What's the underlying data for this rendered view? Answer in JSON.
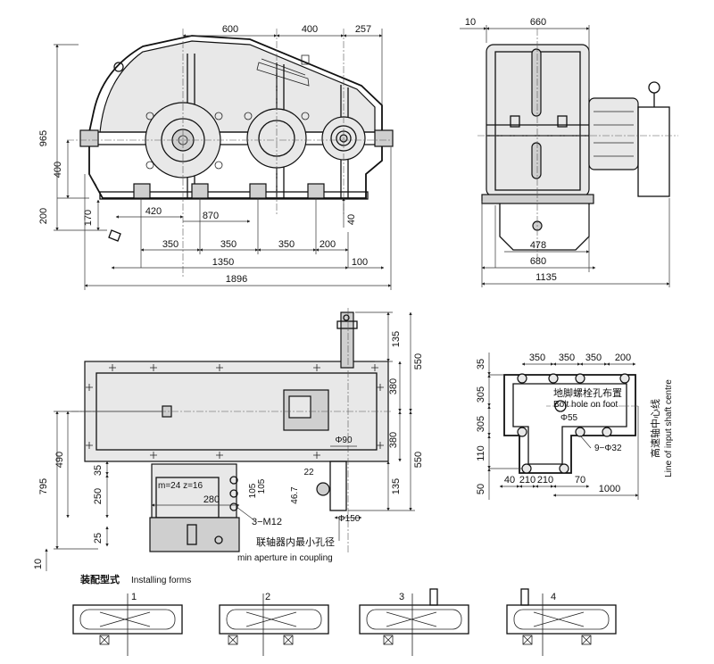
{
  "front_view": {
    "dims_top": [
      "600",
      "400",
      "257"
    ],
    "dim_height_total": "965",
    "dim_400": "400",
    "dim_200": "200",
    "dim_170": "170",
    "dim_40": "40",
    "dim_420": "420",
    "dim_870": "870",
    "dims_feet": [
      "350",
      "350",
      "350",
      "200"
    ],
    "dim_1350": "1350",
    "dim_100": "100",
    "dim_1896": "1896"
  },
  "side_view": {
    "dim_10": "10",
    "dim_660": "660",
    "dim_478": "478",
    "dim_680": "680",
    "dim_1135": "1135"
  },
  "plan_view": {
    "dim_135_top": "135",
    "dim_550_top": "550",
    "dim_380_top": "380",
    "dim_380_bottom": "380",
    "dim_550_bottom": "550",
    "dim_135_bottom": "135",
    "dim_490": "490",
    "dim_795": "795",
    "dim_35": "35",
    "dim_250": "250",
    "dim_25": "25",
    "dim_10": "10",
    "phi90": "Φ90",
    "dim_22": "22",
    "dim_46_7": "46.7",
    "dim_105": "105",
    "dim_105_b": "105",
    "motor_label": "m=24 z=16",
    "dim_280": "280",
    "bolts_label": "3−M12",
    "phi150": "Φ150",
    "coupling_cn": "联轴器内最小孔径",
    "coupling_en": "min aperture in coupling"
  },
  "foot_view": {
    "dim_35": "35",
    "dims_top": [
      "350",
      "350",
      "350",
      "200"
    ],
    "dim_305_a": "305",
    "dim_305_b": "305",
    "dim_110": "110",
    "dim_50": "50",
    "bolt_hole_cn": "地脚螺栓孔布置",
    "bolt_hole_en": "Bolt hole on foot",
    "phi55": "Φ55",
    "holes_label": "9−Φ32",
    "dims_bottom": [
      "40",
      "210",
      "210",
      "70"
    ],
    "dim_1000": "1000",
    "shaft_cn": "高速轴中心线",
    "shaft_en": "Line of input shaft centre"
  },
  "installing_forms": {
    "title_cn": "装配型式",
    "title_en": "Installing forms",
    "forms": [
      "1",
      "2",
      "3",
      "4"
    ]
  }
}
